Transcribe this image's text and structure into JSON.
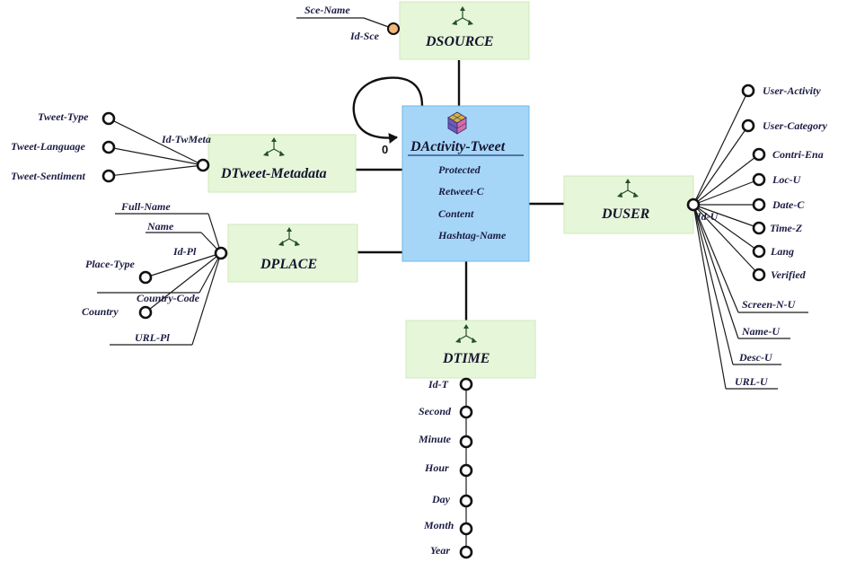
{
  "fact": {
    "title": "DActivity-Tweet",
    "measures": [
      "Protected",
      "Retweet-C",
      "Content",
      "Hashtag-Name"
    ],
    "self_loop_label": "0",
    "fill_color": "#a6d6f7",
    "icon": "cube-icon"
  },
  "dimensions": {
    "dsource": {
      "name": "DSOURCE",
      "icon": "axes-icon",
      "attributes": {
        "key": "Id-Sce",
        "name": "Sce-Name"
      }
    },
    "dtweet_metadata": {
      "name": "DTweet-Metadata",
      "icon": "axes-icon",
      "attributes": {
        "key": "Id-TwMeta",
        "type": "Tweet-Type",
        "language": "Tweet-Language",
        "sentiment": "Tweet-Sentiment"
      }
    },
    "dplace": {
      "name": "DPLACE",
      "icon": "axes-icon",
      "attributes": {
        "full_name": "Full-Name",
        "name": "Name",
        "key": "Id-Pl",
        "place_type": "Place-Type",
        "country_code": "Country-Code",
        "country": "Country",
        "url": "URL-Pl"
      }
    },
    "duser": {
      "name": "DUSER",
      "icon": "axes-icon",
      "attributes": {
        "key": "Id-U",
        "user_activity": "User-Activity",
        "user_category": "User-Category",
        "contri_ena": "Contri-Ena",
        "loc": "Loc-U",
        "date": "Date-C",
        "time_zone": "Time-Z",
        "lang": "Lang",
        "verified": "Verified",
        "screen_name": "Screen-N-U",
        "name": "Name-U",
        "desc": "Desc-U",
        "url": "URL-U"
      }
    },
    "dtime": {
      "name": "DTIME",
      "icon": "axes-icon",
      "attributes": {
        "key": "Id-T",
        "second": "Second",
        "minute": "Minute",
        "hour": "Hour",
        "day": "Day",
        "month": "Month",
        "year": "Year"
      }
    }
  },
  "colors": {
    "dimension_fill": "#e6f6d8",
    "fact_fill": "#a6d6f7",
    "key_node": "#f2b777",
    "line": "#111111"
  }
}
